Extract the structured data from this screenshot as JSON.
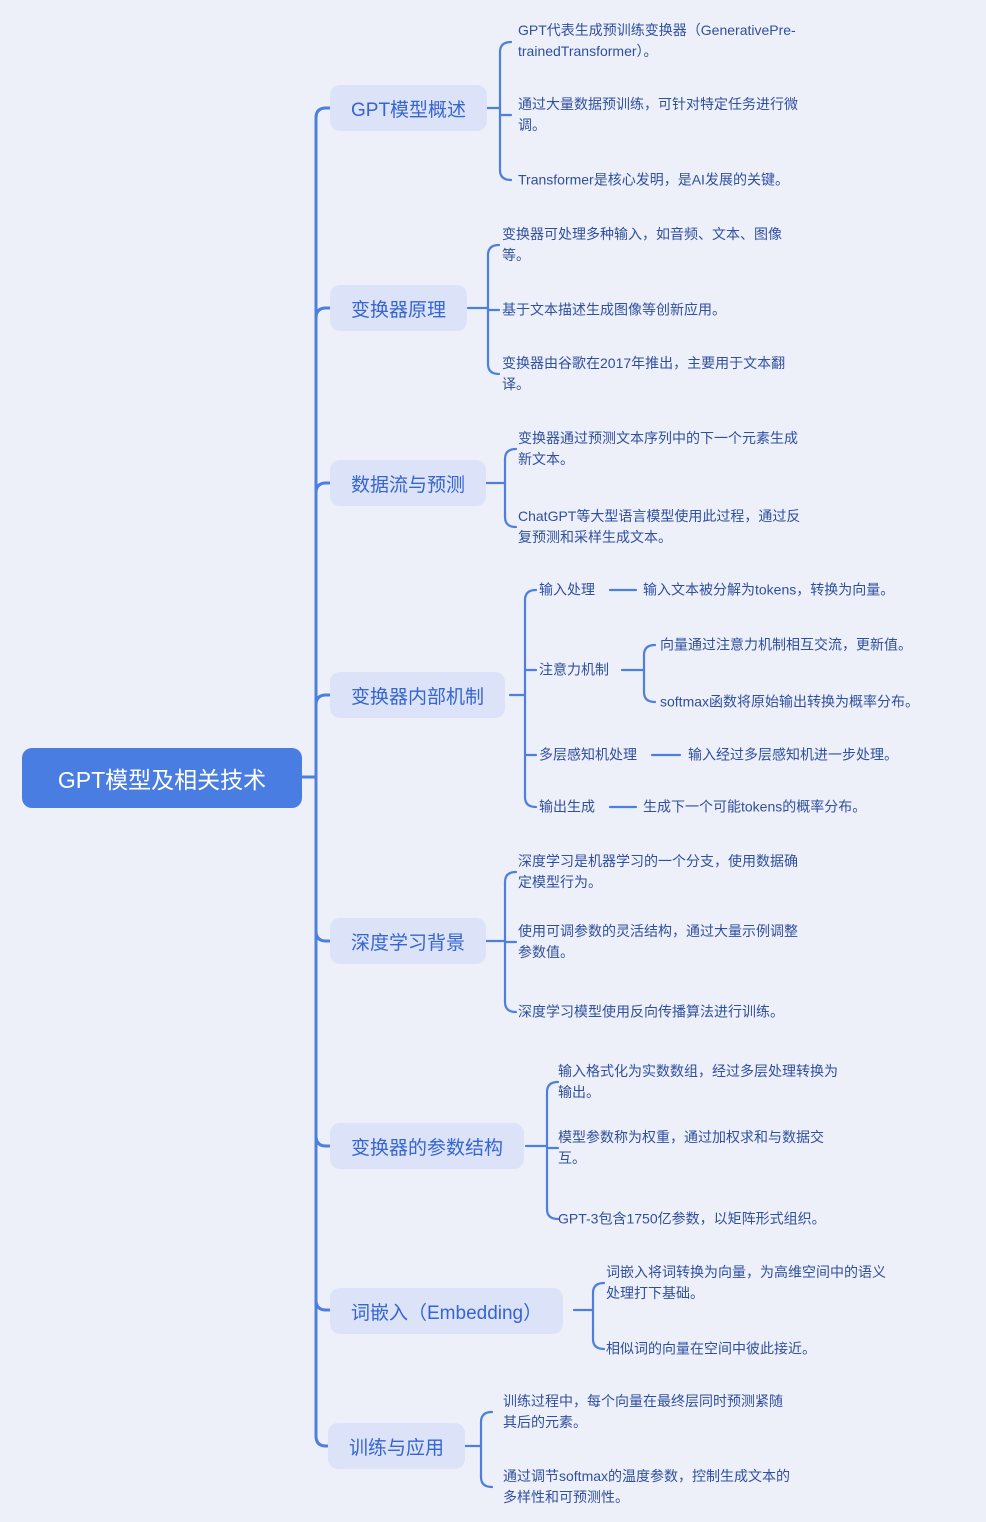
{
  "title": "GPT模型及相关技术思维导图",
  "colors": {
    "background": "#eef0f9",
    "root_fill": "#4a7de2",
    "root_text": "#ffffff",
    "branch_fill": "#dce3f8",
    "branch_text": "#3565d0",
    "leaf_text": "#2f4f9f",
    "connector": "#4d7fe0"
  },
  "root": {
    "label": "GPT模型及相关技术"
  },
  "branches": [
    {
      "label": "GPT模型概述",
      "leaves": [
        "GPT代表生成预训练变换器（GenerativePre-trainedTransformer）。",
        "通过大量数据预训练，可针对特定任务进行微调。",
        "Transformer是核心发明，是AI发展的关键。"
      ]
    },
    {
      "label": "变换器原理",
      "leaves": [
        "变换器可处理多种输入，如音频、文本、图像等。",
        "基于文本描述生成图像等创新应用。",
        "变换器由谷歌在2017年推出，主要用于文本翻译。"
      ]
    },
    {
      "label": "数据流与预测",
      "leaves": [
        "变换器通过预测文本序列中的下一个元素生成新文本。",
        "ChatGPT等大型语言模型使用此过程，通过反复预测和采样生成文本。"
      ]
    },
    {
      "label": "变换器内部机制",
      "children": [
        {
          "label": "输入处理",
          "leaves": [
            "输入文本被分解为tokens，转换为向量。"
          ]
        },
        {
          "label": "注意力机制",
          "leaves": [
            "向量通过注意力机制相互交流，更新值。",
            "softmax函数将原始输出转换为概率分布。"
          ]
        },
        {
          "label": "多层感知机处理",
          "leaves": [
            "输入经过多层感知机进一步处理。"
          ]
        },
        {
          "label": "输出生成",
          "leaves": [
            "生成下一个可能tokens的概率分布。"
          ]
        }
      ]
    },
    {
      "label": "深度学习背景",
      "leaves": [
        "深度学习是机器学习的一个分支，使用数据确定模型行为。",
        "使用可调参数的灵活结构，通过大量示例调整参数值。",
        "深度学习模型使用反向传播算法进行训练。"
      ]
    },
    {
      "label": "变换器的参数结构",
      "leaves": [
        "输入格式化为实数数组，经过多层处理转换为输出。",
        "模型参数称为权重，通过加权求和与数据交互。",
        "GPT-3包含1750亿参数，以矩阵形式组织。"
      ]
    },
    {
      "label": "词嵌入（Embedding）",
      "leaves": [
        "词嵌入将词转换为向量，为高维空间中的语义处理打下基础。",
        "相似词的向量在空间中彼此接近。"
      ]
    },
    {
      "label": "训练与应用",
      "leaves": [
        "训练过程中，每个向量在最终层同时预测紧随其后的元素。",
        "通过调节softmax的温度参数，控制生成文本的多样性和可预测性。"
      ]
    }
  ]
}
